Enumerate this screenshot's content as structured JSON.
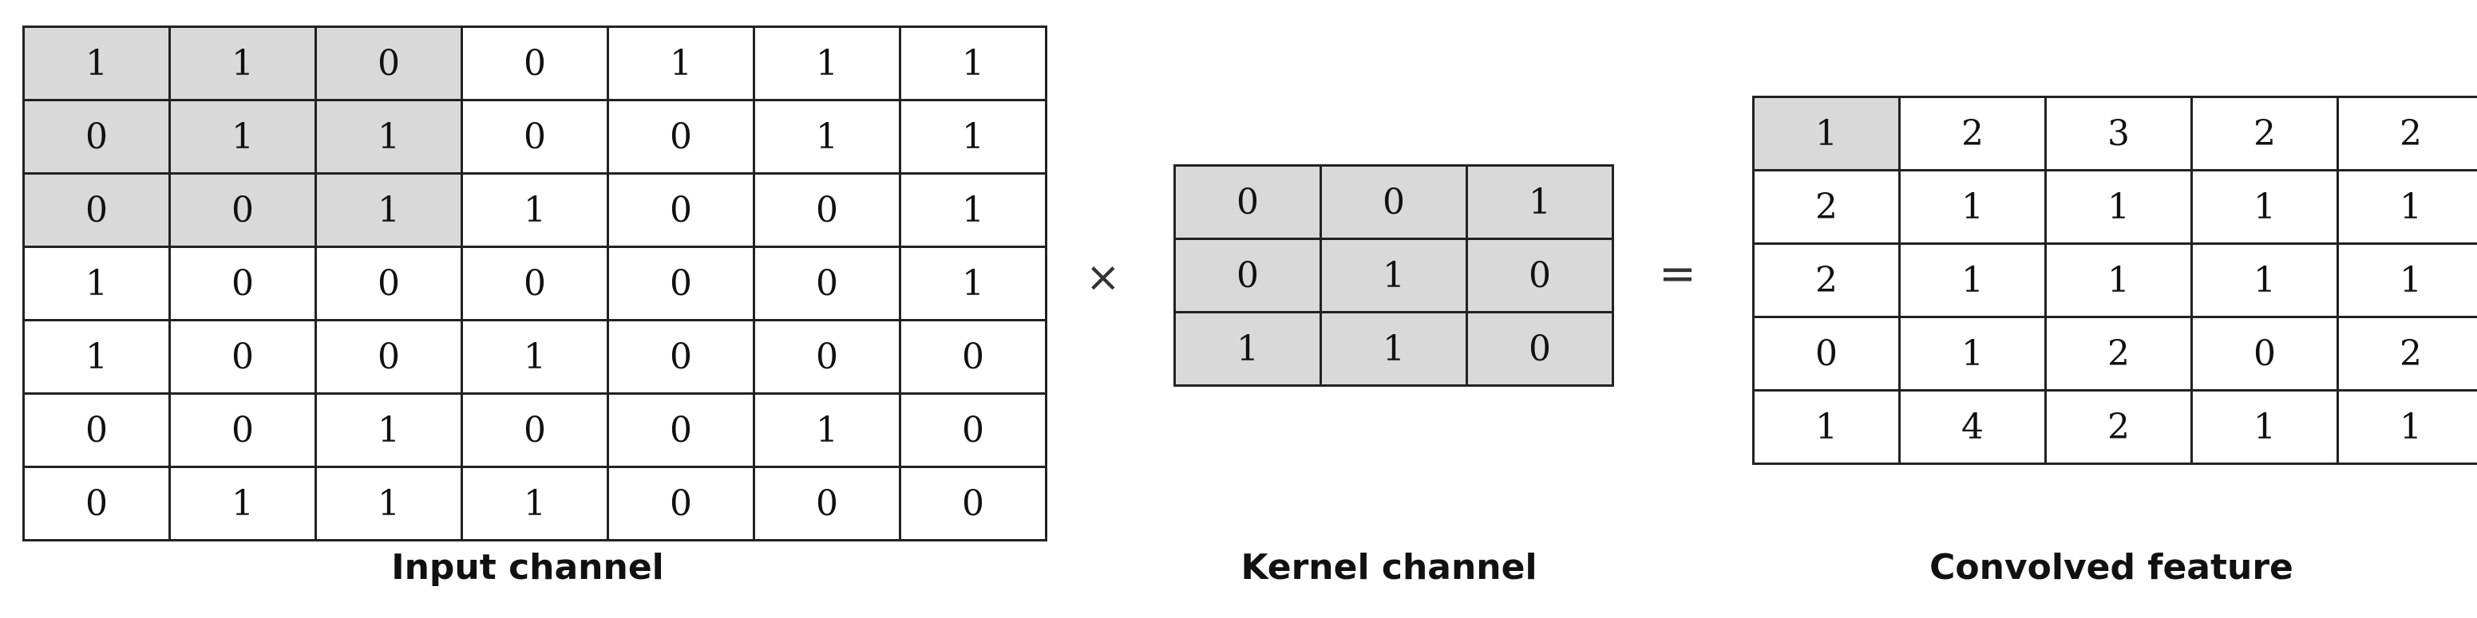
{
  "input_channel": {
    "caption": "Input channel",
    "rows": [
      [
        "1",
        "1",
        "0",
        "0",
        "1",
        "1",
        "1"
      ],
      [
        "0",
        "1",
        "1",
        "0",
        "0",
        "1",
        "1"
      ],
      [
        "0",
        "0",
        "1",
        "1",
        "0",
        "0",
        "1"
      ],
      [
        "1",
        "0",
        "0",
        "0",
        "0",
        "0",
        "1"
      ],
      [
        "1",
        "0",
        "0",
        "1",
        "0",
        "0",
        "0"
      ],
      [
        "0",
        "0",
        "1",
        "0",
        "0",
        "1",
        "0"
      ],
      [
        "0",
        "1",
        "1",
        "1",
        "0",
        "0",
        "0"
      ]
    ],
    "shaded_cells": [
      [
        0,
        0
      ],
      [
        0,
        1
      ],
      [
        0,
        2
      ],
      [
        1,
        0
      ],
      [
        1,
        1
      ],
      [
        1,
        2
      ],
      [
        2,
        0
      ],
      [
        2,
        1
      ],
      [
        2,
        2
      ]
    ]
  },
  "operators": {
    "multiply": "×",
    "equals": "="
  },
  "kernel_channel": {
    "caption": "Kernel channel",
    "rows": [
      [
        "0",
        "0",
        "1"
      ],
      [
        "0",
        "1",
        "0"
      ],
      [
        "1",
        "1",
        "0"
      ]
    ],
    "shaded_cells": [
      [
        0,
        0
      ],
      [
        0,
        1
      ],
      [
        0,
        2
      ],
      [
        1,
        0
      ],
      [
        1,
        1
      ],
      [
        1,
        2
      ],
      [
        2,
        0
      ],
      [
        2,
        1
      ],
      [
        2,
        2
      ]
    ]
  },
  "convolved_feature": {
    "caption": "Convolved feature",
    "rows": [
      [
        "1",
        "2",
        "3",
        "2",
        "2"
      ],
      [
        "2",
        "1",
        "1",
        "1",
        "1"
      ],
      [
        "2",
        "1",
        "1",
        "1",
        "1"
      ],
      [
        "0",
        "1",
        "2",
        "0",
        "2"
      ],
      [
        "1",
        "4",
        "2",
        "1",
        "1"
      ]
    ],
    "shaded_cells": [
      [
        0,
        0
      ]
    ]
  },
  "colors": {
    "shaded_cell": "#d9d9d9",
    "grid_line": "#222222",
    "background": "#ffffff"
  }
}
